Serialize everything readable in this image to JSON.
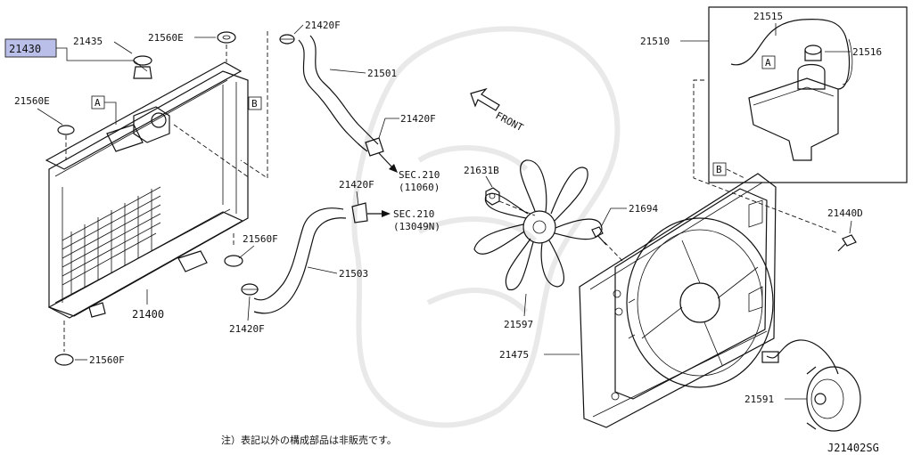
{
  "parts": {
    "p21430": "21430",
    "p21435": "21435",
    "p21560E_top": "21560E",
    "p21560E_left": "21560E",
    "p21420F_top": "21420F",
    "p21501": "21501",
    "p21420F_mid": "21420F",
    "p21420F_lower": "21420F",
    "p21503": "21503",
    "p21560F_right": "21560F",
    "p21420F_bottom": "21420F",
    "p21400": "21400",
    "p21560F_bottom": "21560F",
    "p21631B": "21631B",
    "p21694": "21694",
    "p21597": "21597",
    "p21475": "21475",
    "p21510": "21510",
    "p21515": "21515",
    "p21516": "21516",
    "p21440D": "21440D",
    "p21591": "21591"
  },
  "refs": {
    "sec_upper_1": "SEC.210",
    "sec_upper_2": "(11060)",
    "sec_lower_1": "SEC.210",
    "sec_lower_2": "(13049N)",
    "front": "FRONT"
  },
  "markers": {
    "a_left": "A",
    "b_radiator": "B",
    "a_tank": "A",
    "b_fan": "B"
  },
  "note": "注）表記以外の構成部品は非販売です。",
  "diagram_code": "J21402SG",
  "highlight_color": "#b9bfe8"
}
